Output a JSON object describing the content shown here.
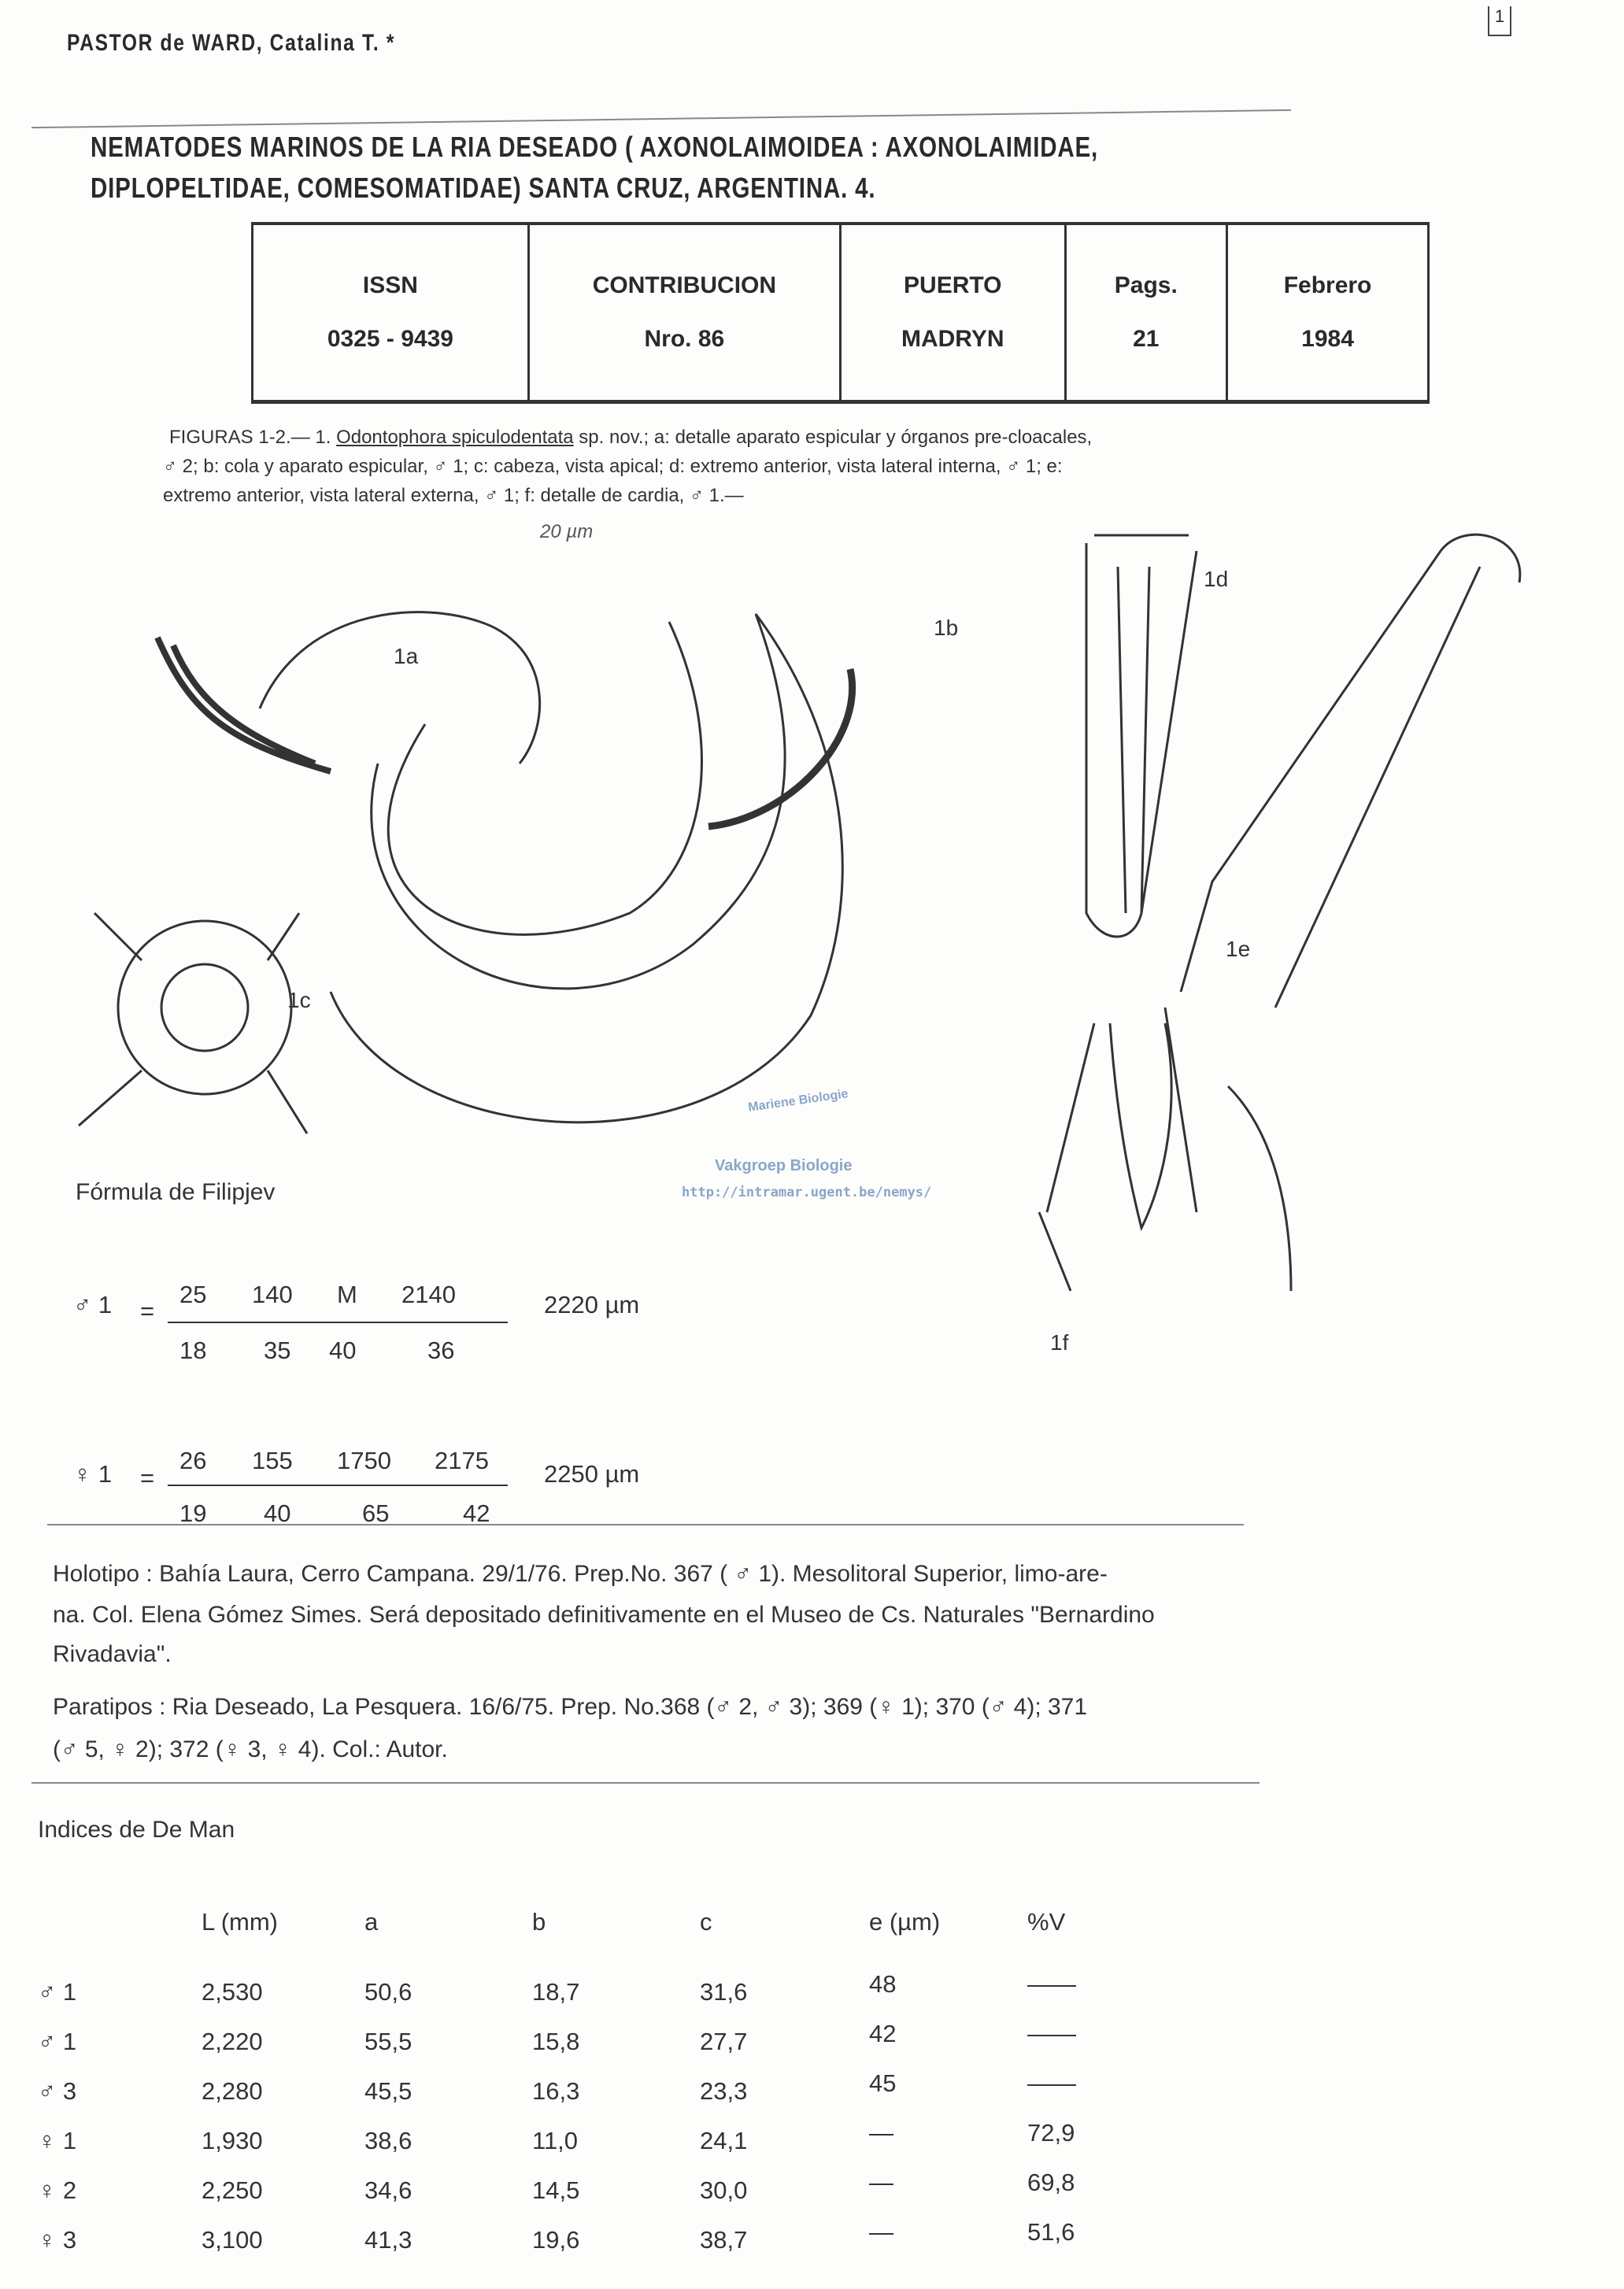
{
  "header": {
    "author": "PASTOR de WARD, Catalina T. *",
    "page_number": "1",
    "title_line1": "NEMATODES MARINOS DE LA RIA DESEADO ( AXONOLAIMOIDEA : AXONOLAIMIDAE,",
    "title_line2": "DIPLOPELTIDAE, COMESOMATIDAE) SANTA CRUZ, ARGENTINA. 4."
  },
  "meta_table": [
    {
      "top": "ISSN",
      "bottom": "0325 - 9439"
    },
    {
      "top": "CONTRIBUCION",
      "bottom": "Nro. 86"
    },
    {
      "top": "PUERTO",
      "bottom": "MADRYN"
    },
    {
      "top": "Pags.",
      "bottom": "21"
    },
    {
      "top": "Febrero",
      "bottom": "1984"
    }
  ],
  "caption": {
    "line1_a": "FIGURAS 1-2.—   1. ",
    "species": "Odontophora spiculodentata",
    "line1_b": " sp. nov.;  a:  detalle aparato espicular y órganos pre-cloacales,",
    "line2": "♂ 2;  b: cola y aparato espicular, ♂ 1;   c: cabeza, vista apical;   d: extremo anterior, vista lateral interna, ♂ 1;  e:",
    "line3": "extremo anterior, vista lateral externa, ♂ 1;   f: detalle de cardia, ♂ 1.—"
  },
  "figure": {
    "scale_bar": "20 µm",
    "labels": [
      "1a",
      "1b",
      "1c",
      "1d",
      "1e",
      "1f"
    ]
  },
  "watermark": {
    "top": "Mariene Biologie",
    "middle": "Vakgroep Biologie",
    "url": "http://intramar.ugent.be/nemys/"
  },
  "formula": {
    "heading": "Fórmula de Filipjev",
    "male": {
      "label": "♂ 1",
      "eq": "=",
      "top": [
        "25",
        "140",
        "M",
        "2140"
      ],
      "bottom": [
        "18",
        "35",
        "40",
        "36"
      ],
      "total": "2220 µm"
    },
    "female": {
      "label": "♀ 1",
      "eq": "=",
      "top": [
        "26",
        "155",
        "1750",
        "2175"
      ],
      "bottom": [
        "19",
        "40",
        "65",
        "42"
      ],
      "total": "2250 µm"
    }
  },
  "types": {
    "holotipo_1": "Holotipo :  Bahía Laura, Cerro Campana.  29/1/76. Prep.No. 367 ( ♂ 1). Mesolitoral Superior, limo-are-",
    "holotipo_2": "na. Col. Elena Gómez Simes. Será depositado definitivamente en el Museo de Cs. Naturales \"Bernardino",
    "holotipo_3": "Rivadavia\".",
    "paratipos_1": "Paratipos :  Ria Deseado, La Pesquera.  16/6/75. Prep. No.368 (♂ 2, ♂ 3); 369 (♀ 1);  370 (♂ 4); 371",
    "paratipos_2": "(♂ 5, ♀ 2); 372 (♀ 3, ♀ 4).  Col.: Autor."
  },
  "indices": {
    "heading": "Indices de De Man",
    "columns": [
      "L (mm)",
      "a",
      "b",
      "c",
      "e (µm)",
      "%V"
    ],
    "rows": [
      {
        "label": "♂ 1",
        "values": [
          "2,530",
          "50,6",
          "18,7",
          "31,6",
          "48",
          "——"
        ]
      },
      {
        "label": "♂ 1",
        "values": [
          "2,220",
          "55,5",
          "15,8",
          "27,7",
          "42",
          "——"
        ]
      },
      {
        "label": "♂ 3",
        "values": [
          "2,280",
          "45,5",
          "16,3",
          "23,3",
          "45",
          "——"
        ]
      },
      {
        "label": "♀ 1",
        "values": [
          "1,930",
          "38,6",
          "11,0",
          "24,1",
          "—",
          "72,9"
        ]
      },
      {
        "label": "♀ 2",
        "values": [
          "2,250",
          "34,6",
          "14,5",
          "30,0",
          "—",
          "69,8"
        ]
      },
      {
        "label": "♀ 3",
        "values": [
          "3,100",
          "41,3",
          "19,6",
          "38,7",
          "—",
          "51,6"
        ]
      }
    ]
  }
}
